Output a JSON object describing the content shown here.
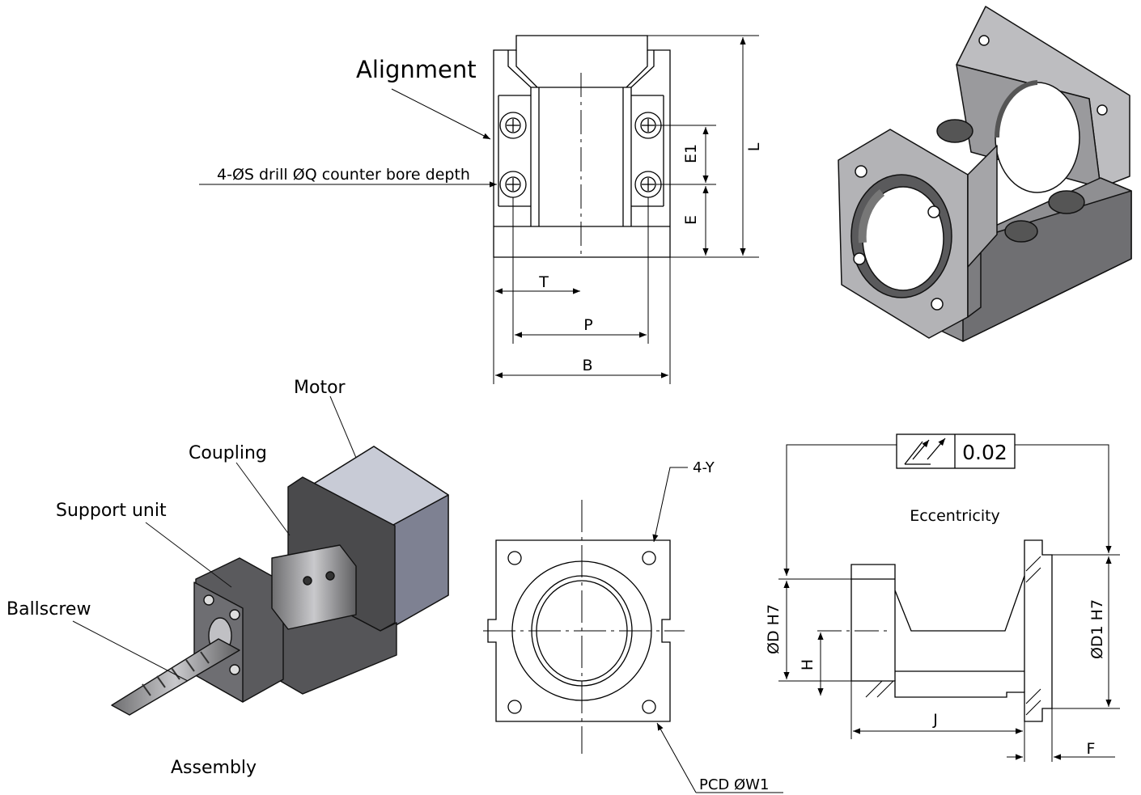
{
  "front_view": {
    "callout_alignment": "Alignment",
    "callout_holes": "4-ØS drill ØQ counter bore depth",
    "dim_L": "L",
    "dim_E1": "E1",
    "dim_E": "E",
    "dim_T": "T",
    "dim_P": "P",
    "dim_B": "B"
  },
  "assembly": {
    "motor": "Motor",
    "coupling": "Coupling",
    "support_unit": "Support unit",
    "ballscrew": "Ballscrew",
    "caption": "Assembly"
  },
  "flange_view": {
    "holes": "4-Y",
    "pcd": "PCD  ØW1"
  },
  "side_view": {
    "tolerance": "0.02",
    "eccentricity": "Eccentricity",
    "dim_D": "ØD  H7",
    "dim_D1": "ØD1  H7",
    "dim_H": "H",
    "dim_J": "J",
    "dim_F": "F"
  }
}
